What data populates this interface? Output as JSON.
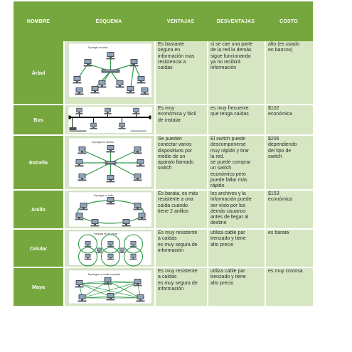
{
  "headers": {
    "nombre": "NOMBRE",
    "esquema": "ESQUEMA",
    "ventajas": "VENTAJAS",
    "desventajas": "DESVENTAJAS",
    "costo": "COSTO"
  },
  "rows": [
    {
      "nombre": "Árbol",
      "diagram_title": "Topología en árbol",
      "ventajas": "Es bastante\nsegura en\ninformación mas\nresistencia a\ncaídas",
      "desventajas": "si se cae una parte\nde la red la demás\nsigue funcionando\nya no recibirá\ninformación",
      "costo": "alto (es usado\nen bancos)"
    },
    {
      "nombre": "Bus",
      "diagram_title": "",
      "ventajas": "Es muy\neconómica y fácil\nde instalar",
      "desventajas": "es muy frecuente\nque tenga caídas",
      "costo": "        $102\neconómica"
    },
    {
      "nombre": "Estrella",
      "diagram_title": "Topología en estrella",
      "ventajas": "Se pueden\nconectar varios\ndispositivos por\nmedio de un\naparato llamado\nswitch",
      "desventajas": "El switch puede\ndescomponerse\nmuy rápido y tirar\nla red.\nse puede comprar\nun switch\neconómico pero\npuede fallar más\nrápido",
      "costo": "$206\ndependiendo\ndel tipo de\nswitch"
    },
    {
      "nombre": "Anillo",
      "diagram_title": "Topología en anillo",
      "ventajas": "Es barata, es más\nresistente a una\ncaída cuando\ntiene 2 anillos",
      "desventajas": "los archivos y la\ninformación puede\nser visto por los\ndemás usuarios\nantes de llegar al\ndestino",
      "costo": "$153\neconómica"
    },
    {
      "nombre": "Celular",
      "diagram_title": "Topología de red celular",
      "ventajas": "Es muy resistente\na caídas\nes muy segura de\ninformación",
      "desventajas": "utiliza cable par\ntrenzado y tiene\nalto precio",
      "costo": "es  barata"
    },
    {
      "nombre": "Maya",
      "diagram_title": "Topología en malla completa",
      "ventajas": "Es muy resistente\na caídas\nes muy segura de\ninformación",
      "desventajas": "utiliza cable par\ntrenzado y tiene\nalto precio",
      "costo": "es muy costosa"
    }
  ],
  "colors": {
    "header_green": "#76a73e",
    "cell_green": "#d6e6c3",
    "line_green": "#2e9a4a",
    "computer_gray": "#4a4f57"
  }
}
